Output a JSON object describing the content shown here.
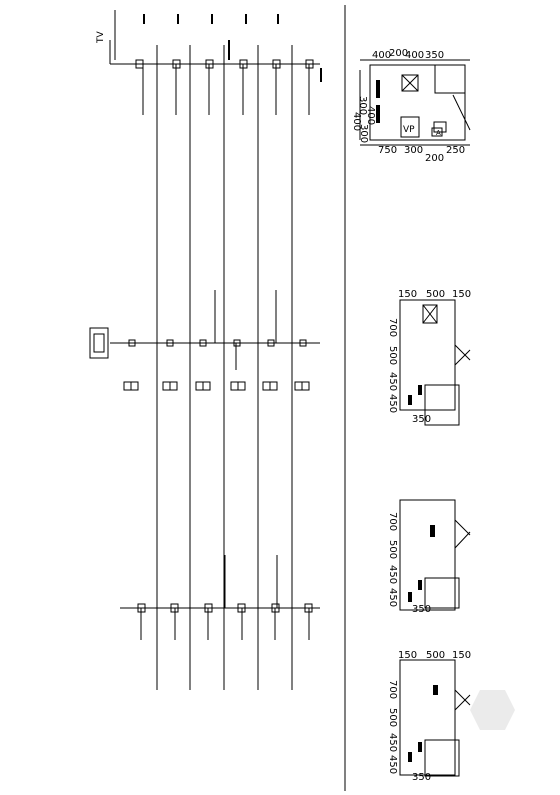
{
  "sheet": {
    "right_panel": {
      "plan_1": {
        "top_dims": [
          "400",
          "200",
          "400",
          "350"
        ],
        "left_dims": [
          "300",
          "400",
          "400",
          "300"
        ],
        "bottom_dims": [
          "750",
          "300",
          "200",
          "250"
        ],
        "equipment_label": "VP",
        "a_label": "A"
      },
      "plan_2": {
        "top_dims": [
          "150",
          "500",
          "150"
        ],
        "left_dims": [
          "700",
          "500",
          "450",
          "450"
        ],
        "bottom_dim": "350"
      },
      "plan_3": {
        "left_dims": [
          "700",
          "500",
          "450",
          "450"
        ],
        "bottom_dim": "350"
      },
      "plan_4": {
        "top_dims": [
          "150",
          "500",
          "150"
        ],
        "left_dims": [
          "700",
          "500",
          "450",
          "450"
        ],
        "bottom_dim": "350"
      }
    },
    "left_panel": {
      "tv_label": "TV"
    }
  }
}
